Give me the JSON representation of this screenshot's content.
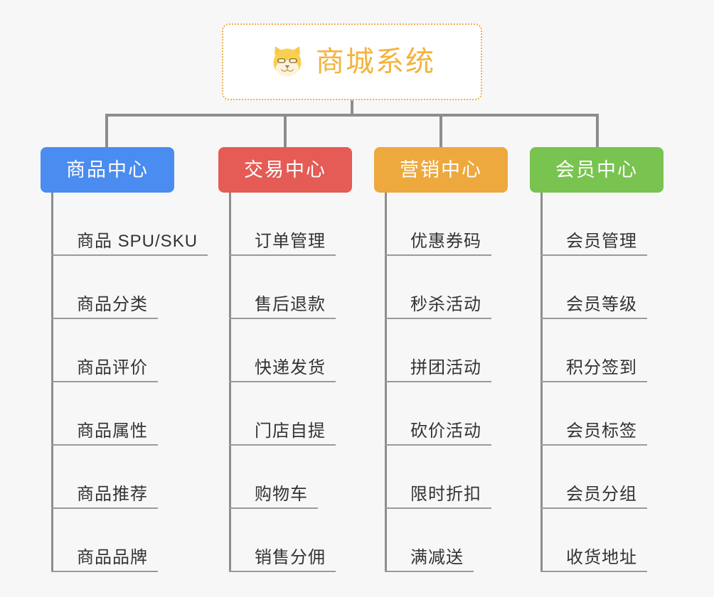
{
  "page": {
    "background_color": "#f7f7f7",
    "line_color": "#8d8d8d"
  },
  "root": {
    "title": "商城系统",
    "icon": "shiba-dog-icon",
    "text_color": "#f3b33d",
    "border_color": "#f0ad4e",
    "background_color": "#ffffff"
  },
  "columns": [
    {
      "header": "商品中心",
      "color": "#4a8cf0",
      "items": [
        "商品 SPU/SKU",
        "商品分类",
        "商品评价",
        "商品属性",
        "商品推荐",
        "商品品牌"
      ]
    },
    {
      "header": "交易中心",
      "color": "#e55b56",
      "items": [
        "订单管理",
        "售后退款",
        "快递发货",
        "门店自提",
        "购物车",
        "销售分佣"
      ]
    },
    {
      "header": "营销中心",
      "color": "#eda83e",
      "items": [
        "优惠券码",
        "秒杀活动",
        "拼团活动",
        "砍价活动",
        "限时折扣",
        "满减送"
      ]
    },
    {
      "header": "会员中心",
      "color": "#79c350",
      "items": [
        "会员管理",
        "会员等级",
        "积分签到",
        "会员标签",
        "会员分组",
        "收货地址"
      ]
    }
  ]
}
